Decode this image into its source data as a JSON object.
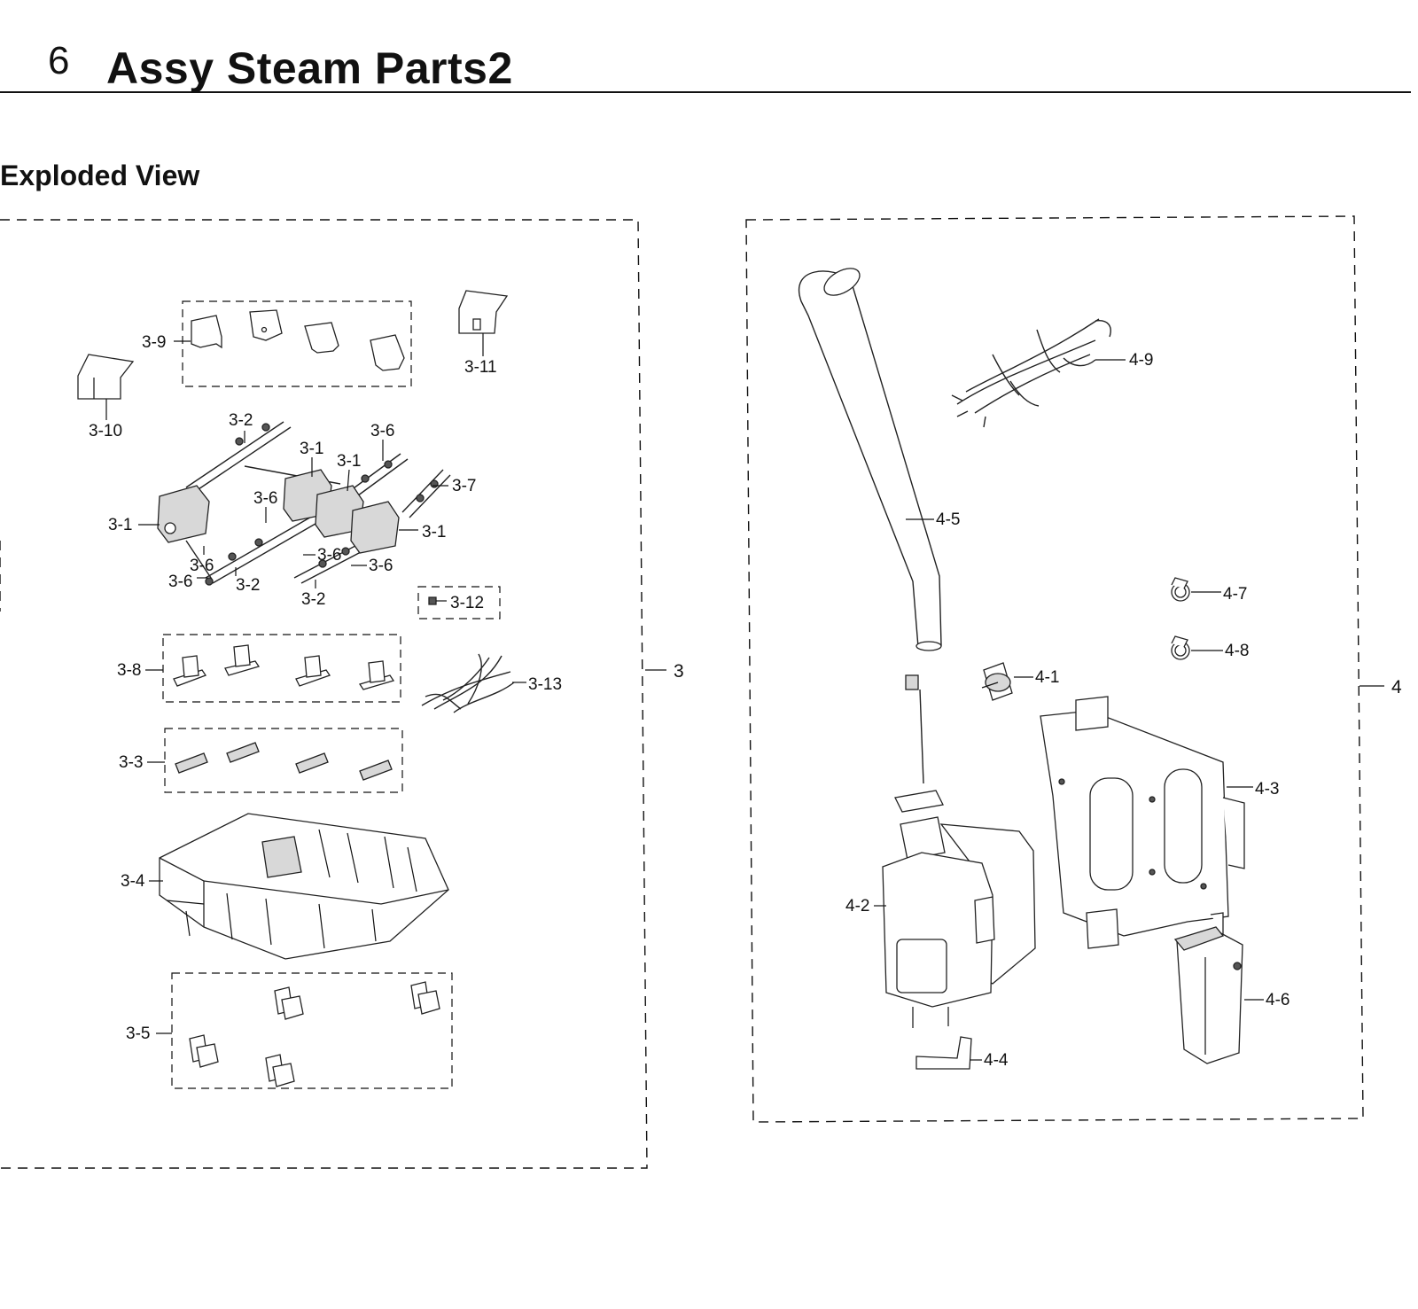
{
  "header": {
    "section_number": "6",
    "title": "Assy Steam Parts2"
  },
  "subtitle": "Exploded View",
  "callouts": {
    "c3_9": "3-9",
    "c3_11": "3-11",
    "c3_10": "3-10",
    "c3_2a": "3-2",
    "c3_6a": "3-6",
    "c3_1a": "3-1",
    "c3_1b": "3-1",
    "c3_7": "3-7",
    "c3_6b": "3-6",
    "c3_1c": "3-1",
    "c3_1d": "3-1",
    "c3_6c": "3-6",
    "c3_6d": "3-6",
    "c3_6e": "3-6",
    "c3_6f": "3-6",
    "c3_2b": "3-2",
    "c3_2c": "3-2",
    "c3_12": "3-12",
    "c3_8": "3-8",
    "c3_13": "3-13",
    "c3_3": "3-3",
    "c3_4": "3-4",
    "c3_5": "3-5",
    "c3": "3",
    "c4_9": "4-9",
    "c4_5": "4-5",
    "c4_7": "4-7",
    "c4_8": "4-8",
    "c4_1": "4-1",
    "c4_3": "4-3",
    "c4_2": "4-2",
    "c4_6": "4-6",
    "c4_4": "4-4",
    "c4": "4"
  }
}
